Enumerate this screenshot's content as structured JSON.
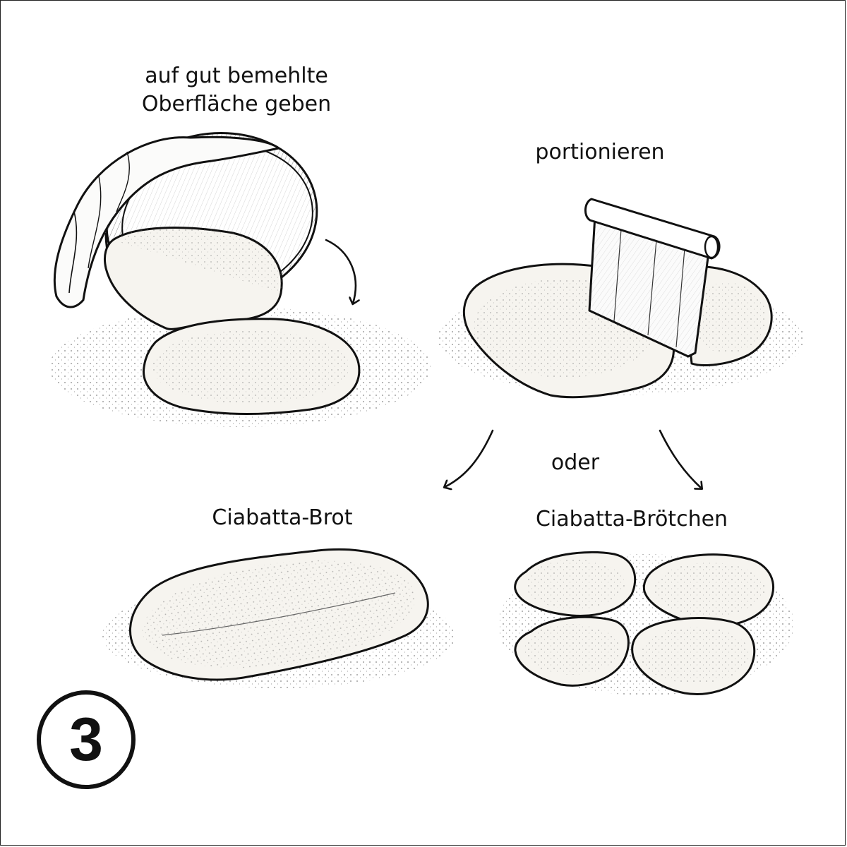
{
  "steps": {
    "turn_out": {
      "line1": "auf gut bemehlte",
      "line2": "Oberfläche geben"
    },
    "divide": {
      "label": "portionieren"
    },
    "or": {
      "label": "oder"
    },
    "option_loaf": {
      "label": "Ciabatta-Brot"
    },
    "option_rolls": {
      "label": "Ciabatta-Brötchen"
    }
  },
  "step_number": "3",
  "colors": {
    "ink": "#111111",
    "background": "#ffffff",
    "dough_fill": "#f6f4ef",
    "flour": "#9a9a9a"
  }
}
